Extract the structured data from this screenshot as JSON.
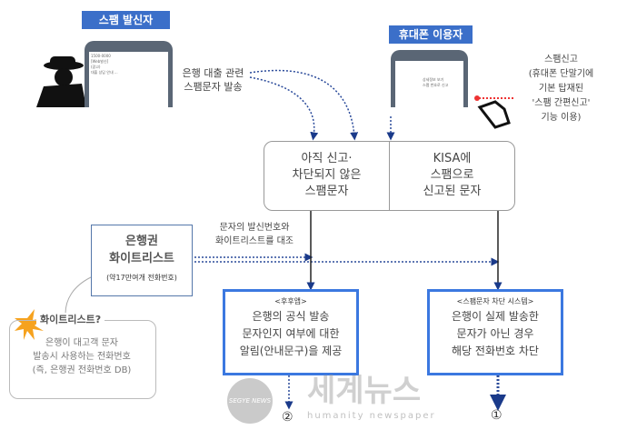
{
  "sender": {
    "label": "스팸 발신자",
    "phone_text": [
      "1500-0000",
      "[Web발신]",
      "(광고)",
      "대출 상담 안내 ..."
    ],
    "action": [
      "은행 대출 관련",
      "스팸문자 발송"
    ]
  },
  "user": {
    "label": "휴대폰 이용자",
    "menu": [
      "상세정보 보기",
      "스팸 번호로 신고"
    ],
    "report": [
      "스팸신고",
      "(휴대폰 단말기에",
      "기본 탑재된",
      "'스팸 간편신고'",
      "기능 이용)"
    ]
  },
  "middle": {
    "left": [
      "아직 신고·",
      "차단되지 않은",
      "스팸문자"
    ],
    "right": [
      "KISA에",
      "스팸으로",
      "신고된 문자"
    ]
  },
  "whitelist": {
    "title": [
      "은행권",
      "화이트리스트"
    ],
    "sub": "(약17만여개 전화번호)"
  },
  "compare": [
    "문자의 발신번호와",
    "화이트리스트를 대조"
  ],
  "callout": {
    "title": "화이트리스트?",
    "lines": [
      "은행이 대고객 문자",
      "발송시 사용하는 전화번호",
      "(즉, 은행권 전화번호 DB)"
    ]
  },
  "followup": {
    "header": "<후후앱>",
    "lines": [
      "은행의 공식 발송",
      "문자인지 여부에 대한",
      "알림(안내문구)을 제공"
    ],
    "num": "②"
  },
  "blocking": {
    "header": "<스팸문자 차단 시스템>",
    "lines": [
      "은행이 실제 발송한",
      "문자가 아닌 경우",
      "해당 전화번호 차단"
    ],
    "num": "①"
  },
  "watermark": {
    "name": "세계뉴스",
    "tagline": "humanity newspaper",
    "logo": "SEGYE NEWS"
  }
}
